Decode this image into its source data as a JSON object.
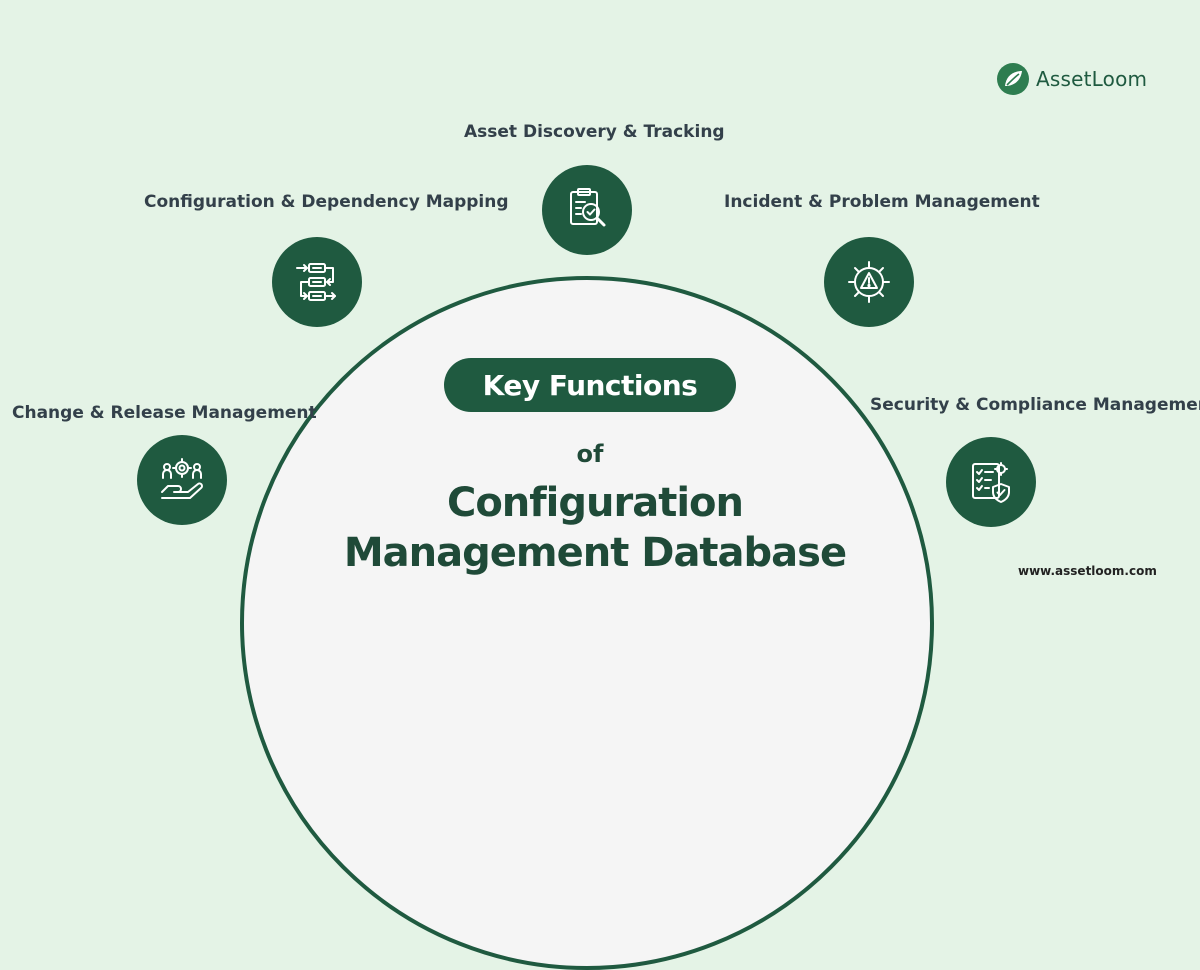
{
  "brand": {
    "name": "AssetLoom",
    "icon": "leaf-logo-icon"
  },
  "center": {
    "pill_label": "Key Functions",
    "connector": "of",
    "title_line1": "Configuration",
    "title_line2": "Management Database"
  },
  "functions": [
    {
      "label": "Asset Discovery & Tracking",
      "icon": "clipboard-magnifier-icon"
    },
    {
      "label": "Configuration & Dependency Mapping",
      "icon": "flowchart-icon"
    },
    {
      "label": "Incident & Problem Management",
      "icon": "gear-warning-icon"
    },
    {
      "label": "Change & Release Management",
      "icon": "hand-people-gear-icon"
    },
    {
      "label": "Security & Compliance Management",
      "icon": "checklist-shield-icon"
    }
  ],
  "website": "www.assetloom.com",
  "colors": {
    "primary": "#1f5a40",
    "background": "#e4f3e6",
    "circle": "#f5f5f5",
    "label": "#33404a"
  }
}
